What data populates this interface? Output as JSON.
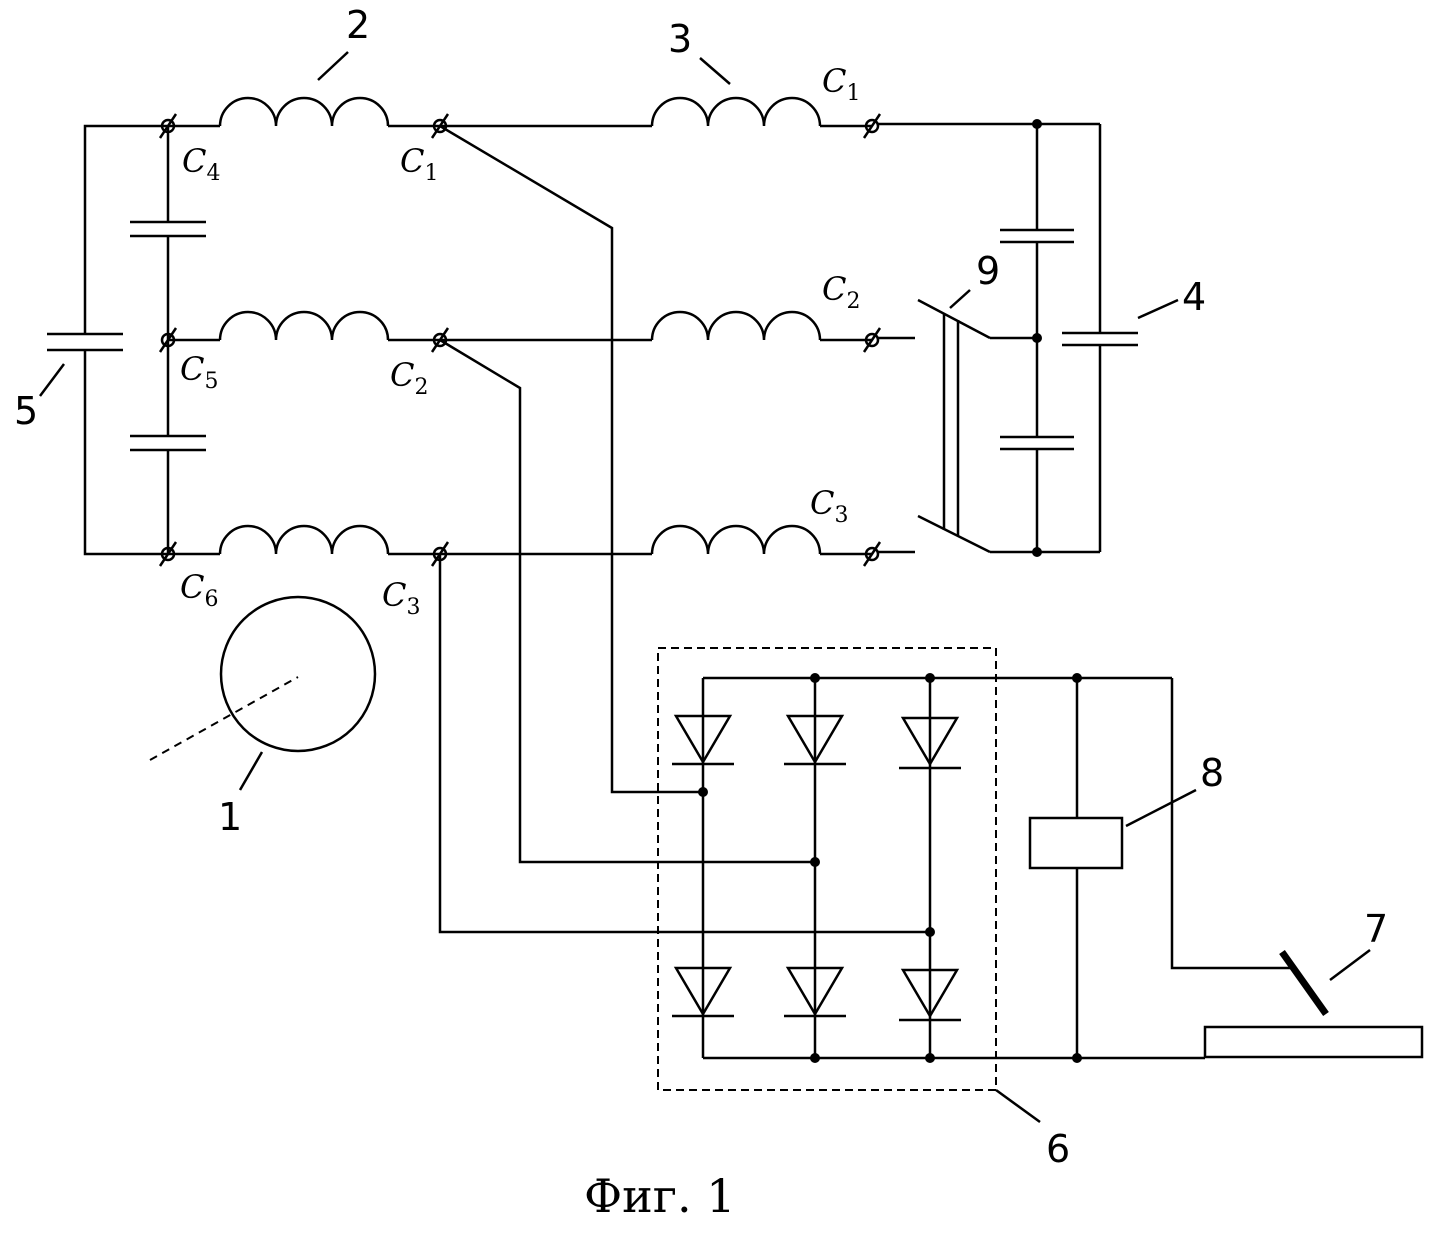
{
  "caption": "Фиг. 1",
  "terminals": {
    "c4": {
      "letter": "C",
      "sub": "4"
    },
    "c5": {
      "letter": "C",
      "sub": "5"
    },
    "c6": {
      "letter": "C",
      "sub": "6"
    },
    "c1a": {
      "letter": "C",
      "sub": "1"
    },
    "c2a": {
      "letter": "C",
      "sub": "2"
    },
    "c3a": {
      "letter": "C",
      "sub": "3"
    },
    "c1b": {
      "letter": "C",
      "sub": "1"
    },
    "c2b": {
      "letter": "C",
      "sub": "2"
    },
    "c3b": {
      "letter": "C",
      "sub": "3"
    }
  },
  "callouts": {
    "generator": "1",
    "winding_2": "2",
    "winding_3": "3",
    "capacitor_bank_4": "4",
    "capacitor_bank_5": "5",
    "rectifier_6": "6",
    "welding_electrode_7": "7",
    "block_8": "8",
    "switch_9": "9"
  }
}
